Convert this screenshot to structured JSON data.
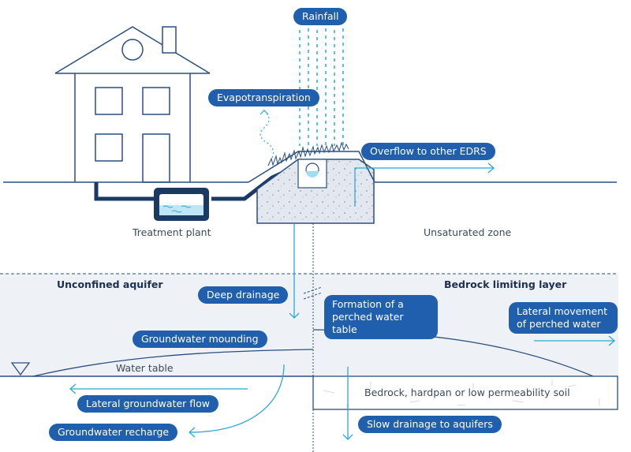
{
  "diagram": {
    "title": "Effluent disposal and groundwater flow",
    "colors": {
      "pill_bg": "#1f5fad",
      "outline": "#2a4f80",
      "water_line": "#2ba8d8",
      "aquifer_bg": "#eef1f5",
      "pipe": "#1b3a63"
    },
    "labels": {
      "rainfall": "Rainfall",
      "evapotranspiration": "Evapotranspiration",
      "overflow": "Overflow to other EDRS",
      "treatment_plant": "Treatment plant",
      "unsaturated_zone": "Unsaturated zone",
      "unconfined_aquifer": "Unconfined aquifer",
      "bedrock_limiting_layer": "Bedrock limiting layer",
      "deep_drainage": "Deep drainage",
      "perched_water_table": "Formation of a perched water table",
      "lateral_perched": "Lateral movement of perched water",
      "groundwater_mounding": "Groundwater mounding",
      "water_table": "Water table",
      "bedrock": "Bedrock, hardpan or low permeability soil",
      "lateral_groundwater_flow": "Lateral groundwater flow",
      "slow_drainage": "Slow drainage to aquifers",
      "groundwater_recharge": "Groundwater recharge"
    }
  }
}
